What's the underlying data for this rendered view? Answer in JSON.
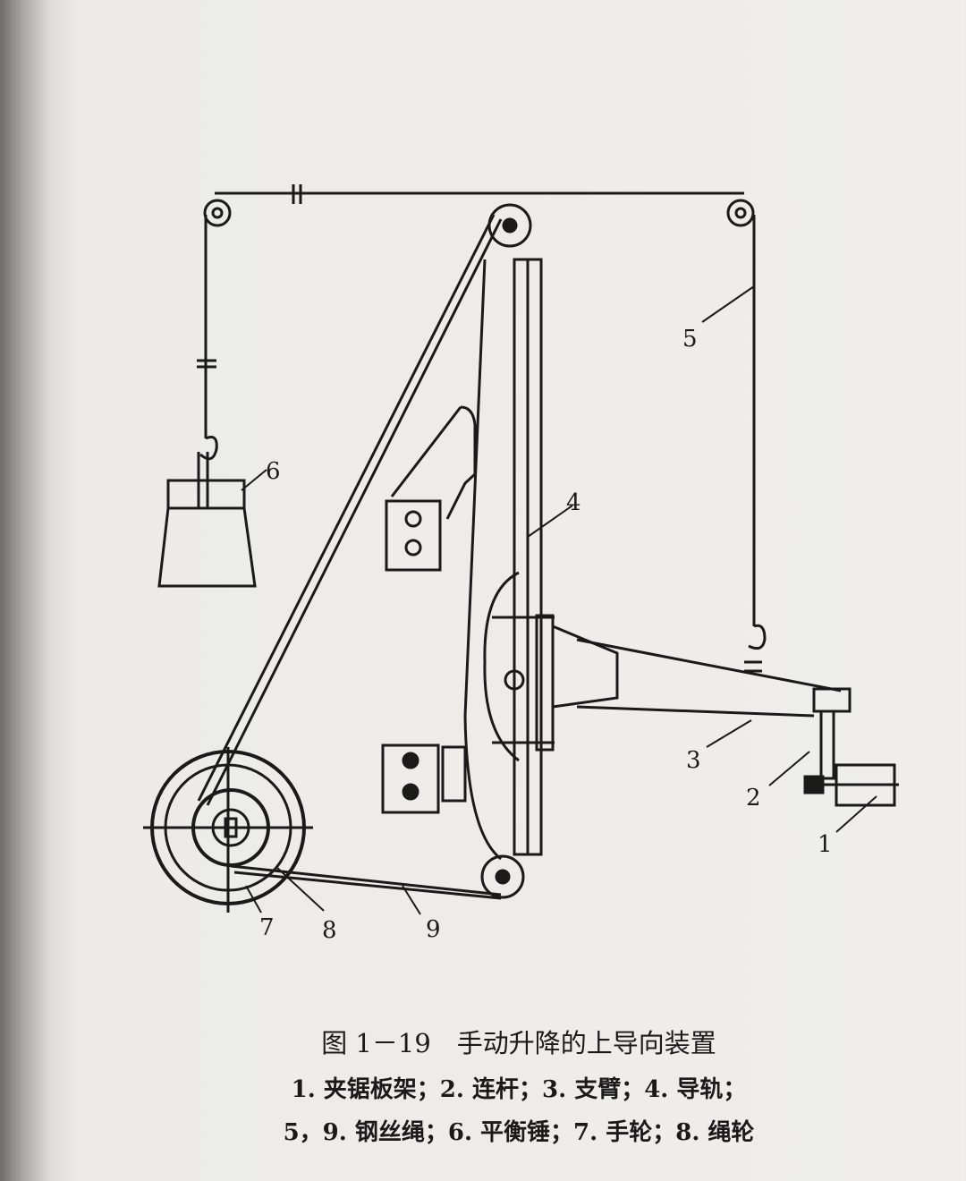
{
  "figure": {
    "labels": [
      "1",
      "2",
      "3",
      "4",
      "5",
      "6",
      "7",
      "8",
      "9"
    ],
    "caption_title": "图 1－19　手动升降的上导向装置",
    "legend_line1": "1. 夹锯板架；2. 连杆；3. 支臂；4. 导轨；",
    "legend_line2": "5，9. 钢丝绳；6. 平衡锤；7. 手轮；8. 绳轮"
  }
}
